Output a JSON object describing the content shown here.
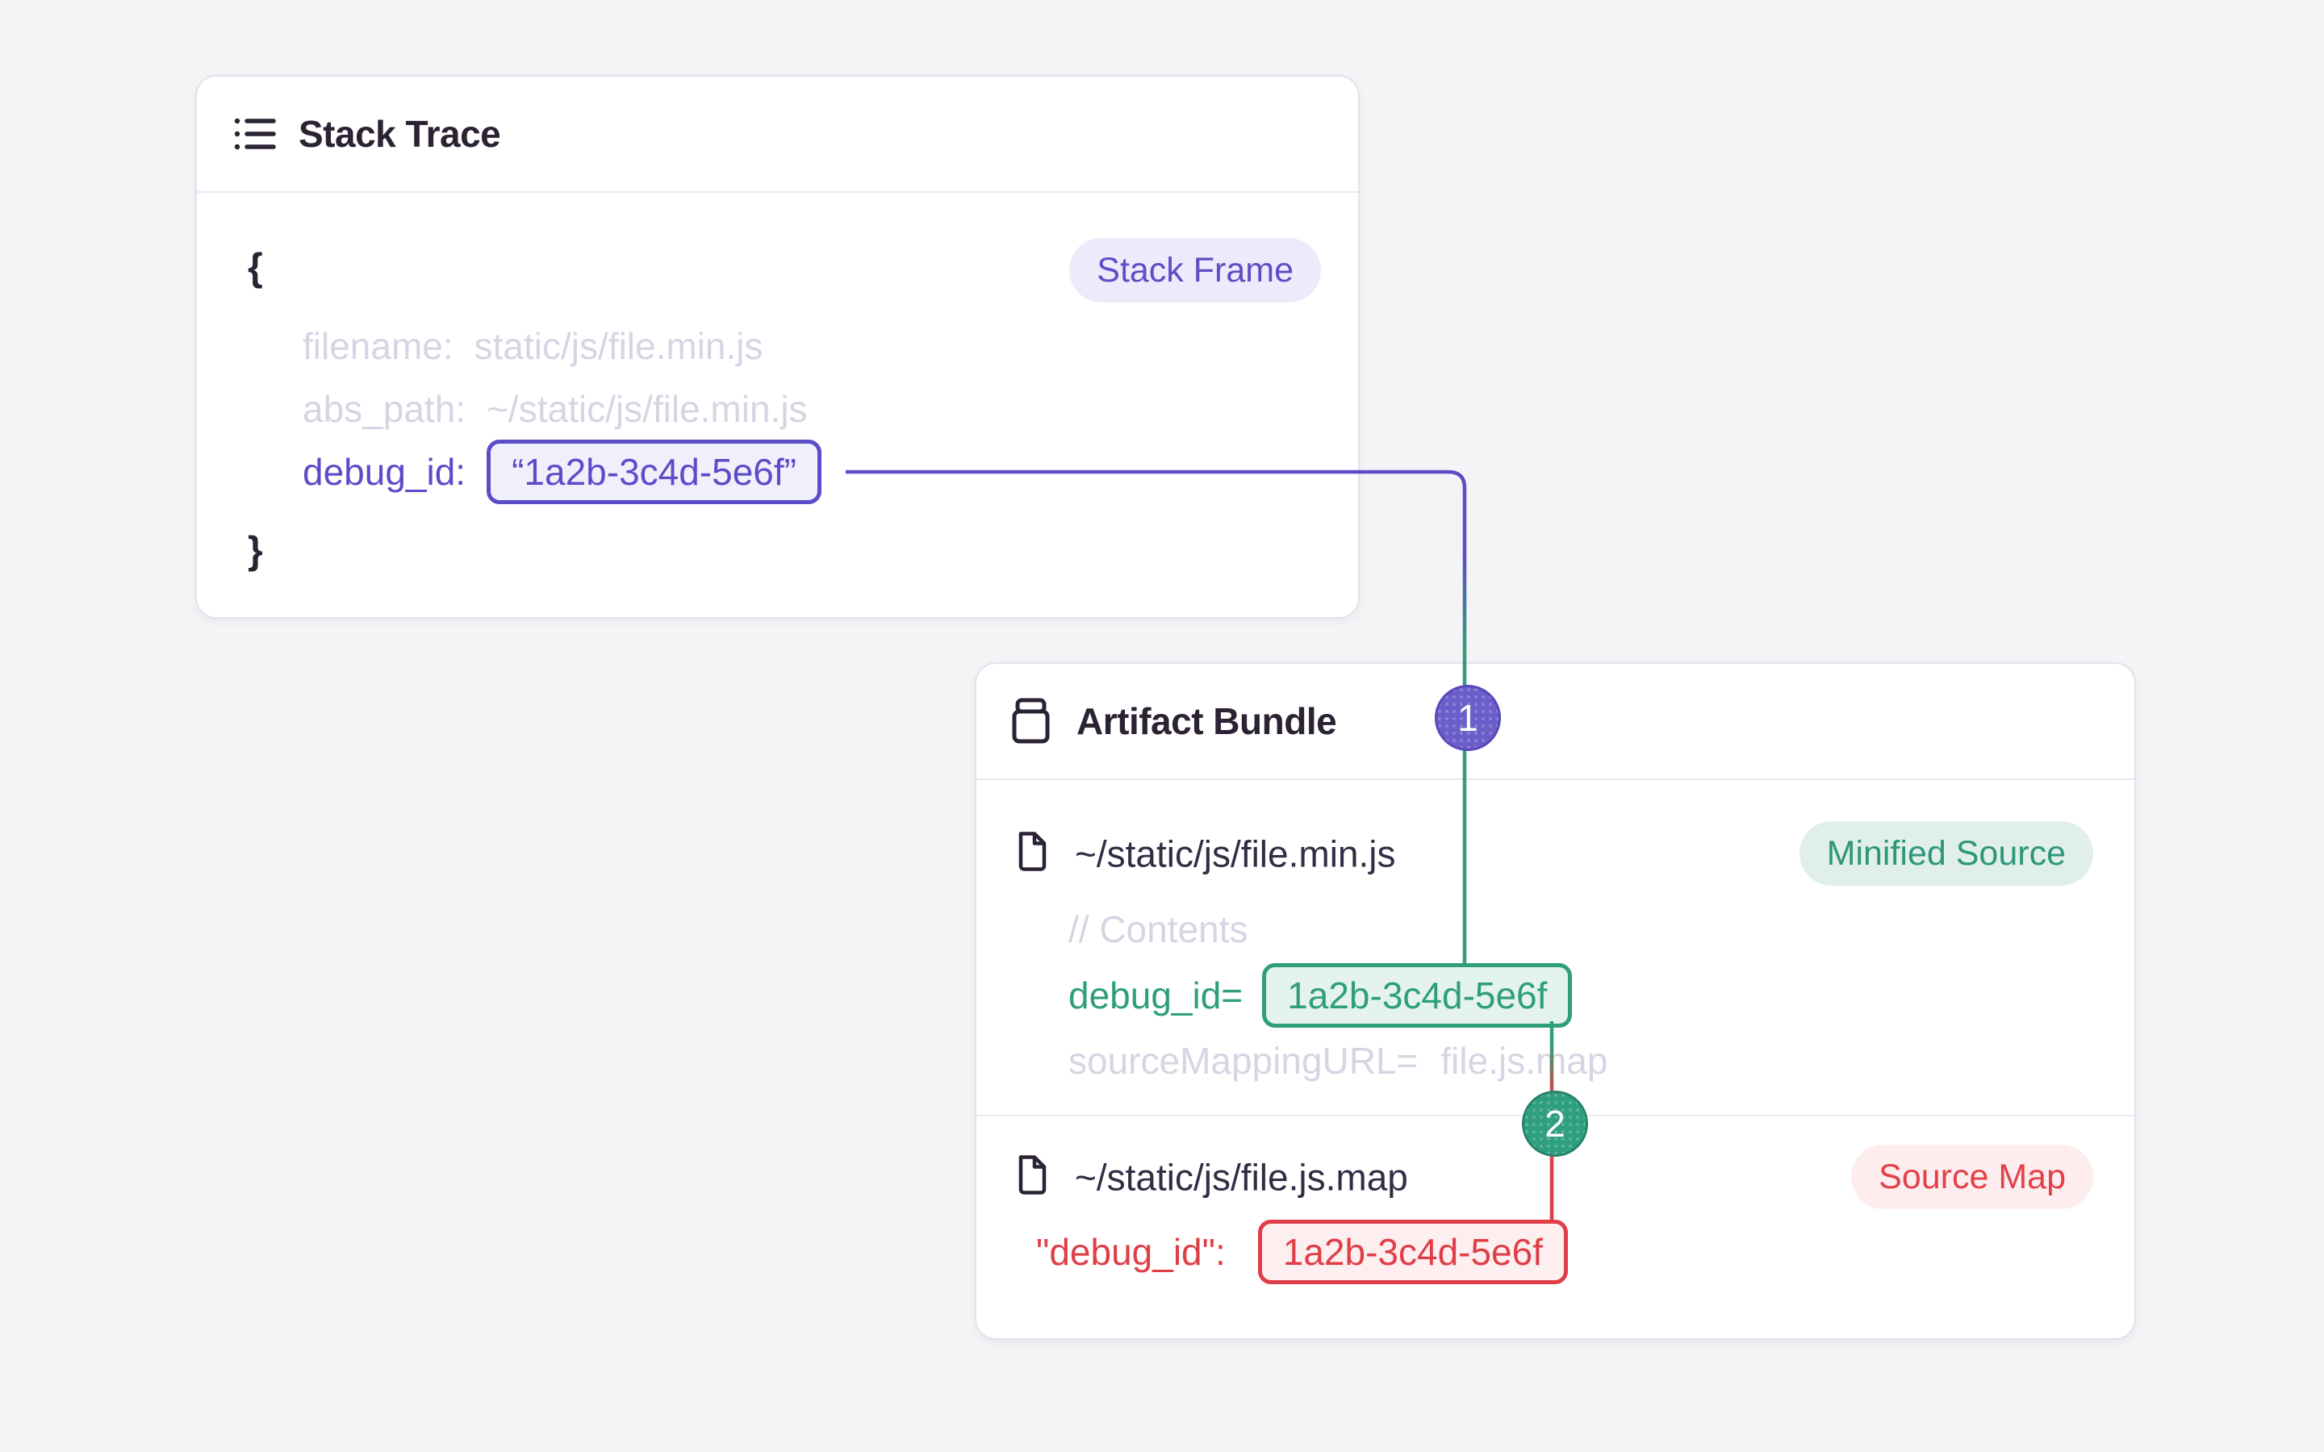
{
  "colors": {
    "purple": "#5b4cc8",
    "green": "#2e9e7c",
    "red": "#e03e46",
    "card_border": "#e3e1ec",
    "page_bg": "#f4f4f7"
  },
  "stack_trace": {
    "title": "Stack Trace",
    "frame_badge": "Stack Frame",
    "brace_open": "{",
    "brace_close": "}",
    "filename_label": "filename:",
    "filename_value": "static/js/file.min.js",
    "abs_path_label": "abs_path:",
    "abs_path_value": "~/static/js/file.min.js",
    "debug_id_label": "debug_id:",
    "debug_id_value": "“1a2b-3c4d-5e6f”"
  },
  "artifact_bundle": {
    "title": "Artifact Bundle",
    "minified_file": {
      "name": "~/static/js/file.min.js",
      "badge": "Minified Source",
      "comment": "// Contents",
      "debug_id_label": "debug_id=",
      "debug_id_value": "1a2b-3c4d-5e6f",
      "source_mapping_label": "sourceMappingURL=",
      "source_mapping_value": "file.js.map"
    },
    "source_map_file": {
      "name": "~/static/js/file.js.map",
      "badge": "Source Map",
      "debug_id_label": "\"debug_id\":",
      "debug_id_value": "1a2b-3c4d-5e6f"
    }
  },
  "connectors": {
    "step1": "1",
    "step2": "2"
  }
}
